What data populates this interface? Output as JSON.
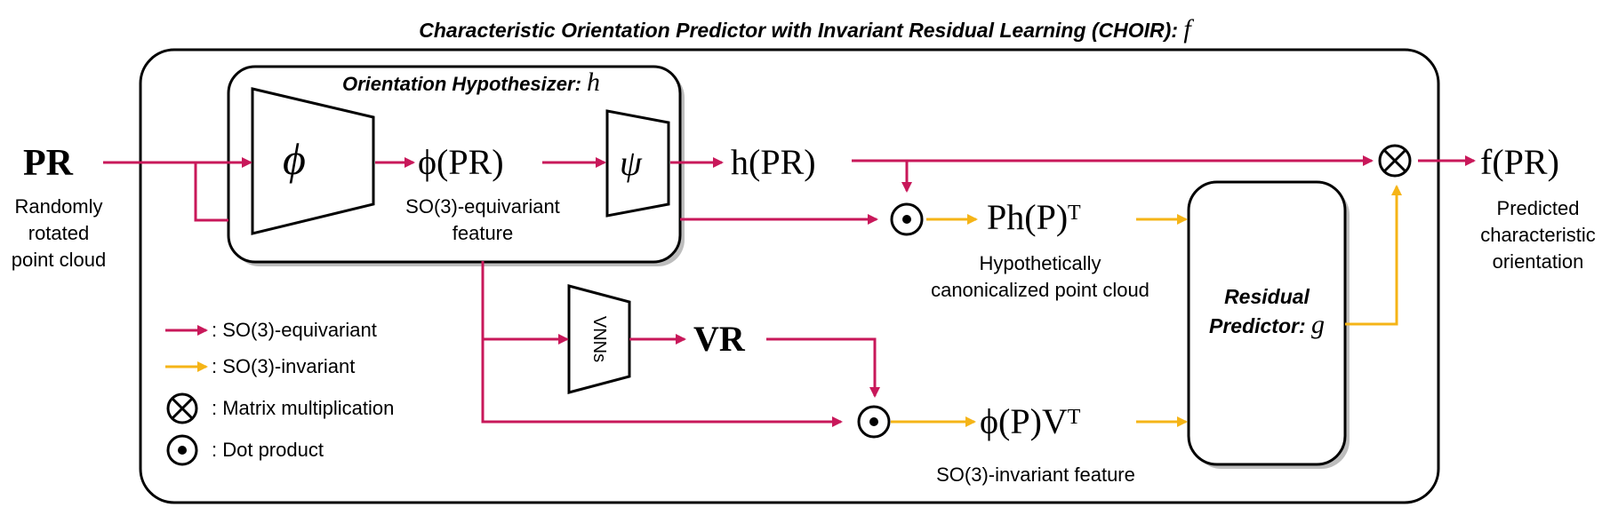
{
  "title": {
    "text": "Characteristic Orientation Predictor with Invariant Residual Learning (CHOIR):",
    "symbol": "f"
  },
  "hypothesizer": {
    "title": "Orientation Hypothesizer:",
    "symbol": "h"
  },
  "modules": {
    "phi": "ϕ",
    "psi": "ψ",
    "vnns": "VNNs"
  },
  "residual_predictor": {
    "line1": "Residual",
    "line2": "Predictor:",
    "symbol": "g"
  },
  "math": {
    "input": "PR",
    "phi_pr": "ϕ(PR)",
    "h_pr": "h(PR)",
    "ph_transpose": "Ph(P)ᵀ",
    "vr": "VR",
    "phi_p_v_transpose": "ϕ(P)Vᵀ",
    "output": "f(PR)"
  },
  "labels": {
    "input_caption": [
      "Randomly",
      "rotated",
      "point cloud"
    ],
    "equivariant_feature": [
      "SO(3)-equivariant",
      "feature"
    ],
    "canonicalized": [
      "Hypothetically",
      "canonicalized point cloud"
    ],
    "invariant_feature": "SO(3)-invariant feature",
    "output_caption": [
      "Predicted",
      "characteristic",
      "orientation"
    ]
  },
  "legend": {
    "equivariant": ": SO(3)-equivariant",
    "invariant": ": SO(3)-invariant",
    "matmul": ": Matrix multiplication",
    "dot": ": Dot product"
  },
  "colors": {
    "equivariant": "#c8185a",
    "invariant": "#f5b417",
    "stroke": "#000000"
  }
}
